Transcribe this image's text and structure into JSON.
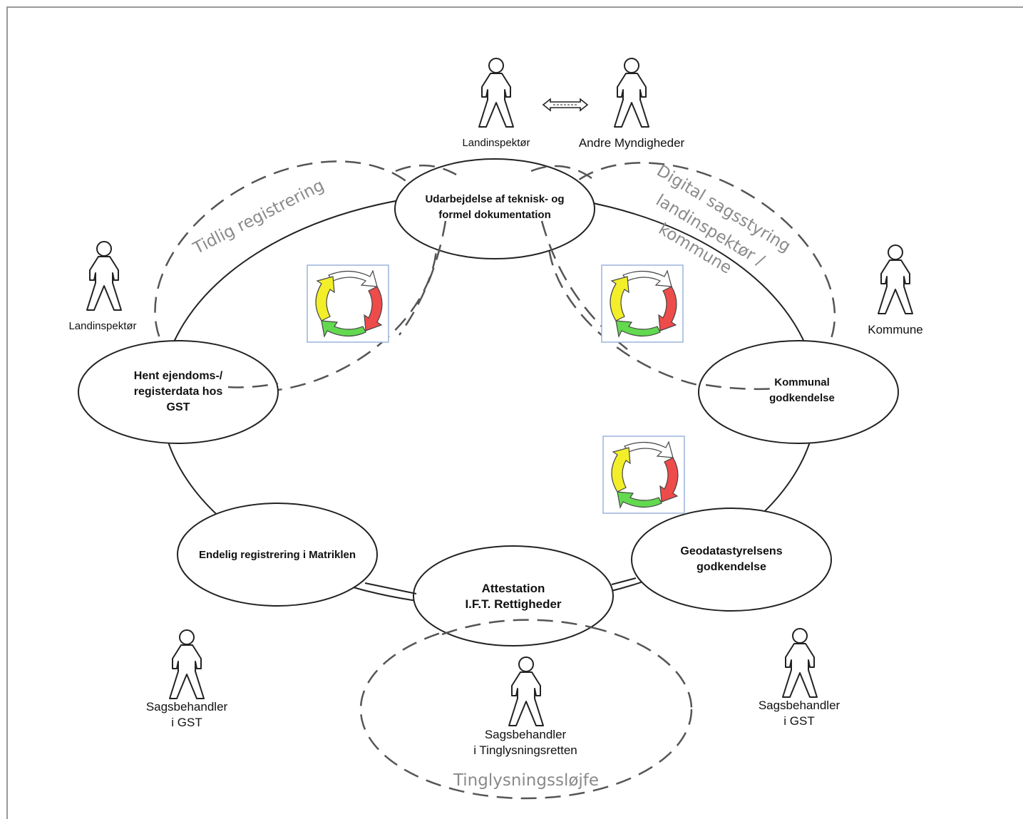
{
  "actors": {
    "landinspektor_top": "Landinspektør",
    "andre_myndigheder": "Andre Myndigheder",
    "landinspektor_left": "Landinspektør",
    "kommune": "Kommune",
    "sagsbehandler_gst_left": [
      "Sagsbehandler",
      "i GST"
    ],
    "sagsbehandler_gst_right": [
      "Sagsbehandler",
      "i GST"
    ],
    "sagsbehandler_tinglysning": [
      "Sagsbehandler",
      "i Tinglysningsretten"
    ]
  },
  "processes": {
    "udarbejdelse": [
      "Udarbejdelse af teknisk- og",
      "formel dokumentation"
    ],
    "hent": [
      "Hent ejendoms-/",
      "registerdata hos",
      "GST"
    ],
    "kommunal": [
      "Kommunal",
      "godkendelse"
    ],
    "geodatastyrelsens": [
      "Geodatastyrelsens",
      "godkendelse"
    ],
    "attestation": [
      "Attestation",
      "I.F.T. Rettigheder"
    ],
    "endelig": "Endelig registrering i Matriklen"
  },
  "loops": {
    "tidlig": "Tidlig registrering",
    "digital": [
      "Digital sagsstyring",
      "landinspektør /",
      "kommune"
    ],
    "tinglysning": "Tinglysningssløjfe"
  },
  "cycle_icon_colors": {
    "yellow": "#f2ef2a",
    "red": "#ee4b4b",
    "green": "#63d94f",
    "white": "#ffffff",
    "frame": "#9bb4dc"
  }
}
